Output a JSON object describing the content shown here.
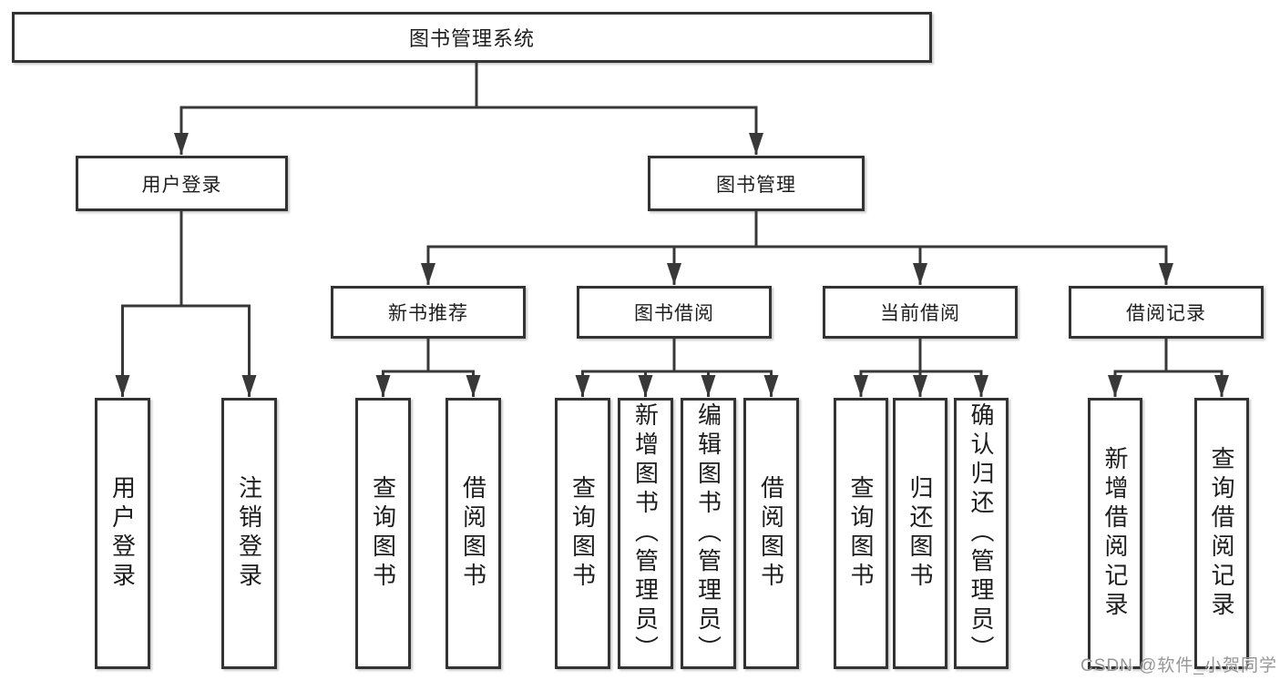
{
  "diagram": {
    "watermark": "CSDN @软件_小贺同学",
    "colors": {
      "line": "#383838",
      "box_border": "#333333",
      "box_fill": "#ffffff",
      "text": "#1d1d1d",
      "background": "#ffffff",
      "watermark_text": "#979797"
    },
    "tree": {
      "root": {
        "label": "图书管理系统"
      },
      "children": [
        {
          "label": "用户登录",
          "children": [
            {
              "label": "用户登录"
            },
            {
              "label": "注销登录"
            }
          ]
        },
        {
          "label": "图书管理",
          "children": [
            {
              "label": "新书推荐",
              "children": [
                {
                  "label": "查询图书"
                },
                {
                  "label": "借阅图书"
                }
              ]
            },
            {
              "label": "图书借阅",
              "children": [
                {
                  "label": "查询图书"
                },
                {
                  "label": "新增图书（管理员）"
                },
                {
                  "label": "编辑图书（管理员）"
                },
                {
                  "label": "借阅图书"
                }
              ]
            },
            {
              "label": "当前借阅",
              "children": [
                {
                  "label": "查询图书"
                },
                {
                  "label": "归还图书"
                },
                {
                  "label": "确认归还（管理员）"
                }
              ]
            },
            {
              "label": "借阅记录",
              "children": [
                {
                  "label": "新增借阅记录"
                },
                {
                  "label": "查询借阅记录"
                }
              ]
            }
          ]
        }
      ]
    }
  }
}
